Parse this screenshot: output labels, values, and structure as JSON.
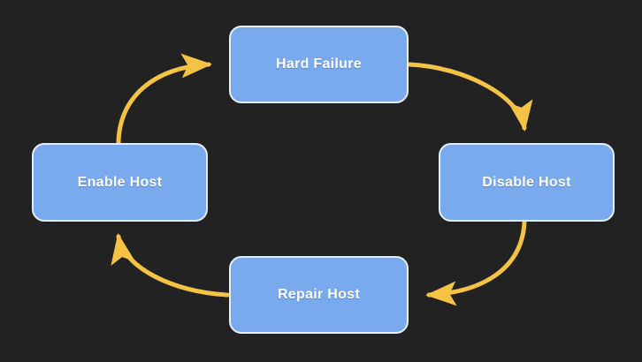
{
  "diagram": {
    "type": "cycle-flowchart",
    "title": "",
    "background_color": "#222222",
    "node_fill_color": "#79aaee",
    "node_border_color": "#e8eef7",
    "node_text_color": "#ffffff",
    "arrow_color": "#f5c344",
    "nodes": [
      {
        "id": "hard-failure",
        "label": "Hard Failure"
      },
      {
        "id": "disable-host",
        "label": "Disable Host"
      },
      {
        "id": "repair-host",
        "label": "Repair Host"
      },
      {
        "id": "enable-host",
        "label": "Enable Host"
      }
    ],
    "edges": [
      {
        "id": "enable-to-hard",
        "from": "Enable Host",
        "to": "Hard Failure",
        "label": ""
      },
      {
        "id": "hard-to-disable",
        "from": "Hard Failure",
        "to": "Disable Host",
        "label": ""
      },
      {
        "id": "disable-to-repair",
        "from": "Disable Host",
        "to": "Repair Host",
        "label": ""
      },
      {
        "id": "repair-to-enable",
        "from": "Repair Host",
        "to": "Enable Host",
        "label": ""
      }
    ]
  }
}
